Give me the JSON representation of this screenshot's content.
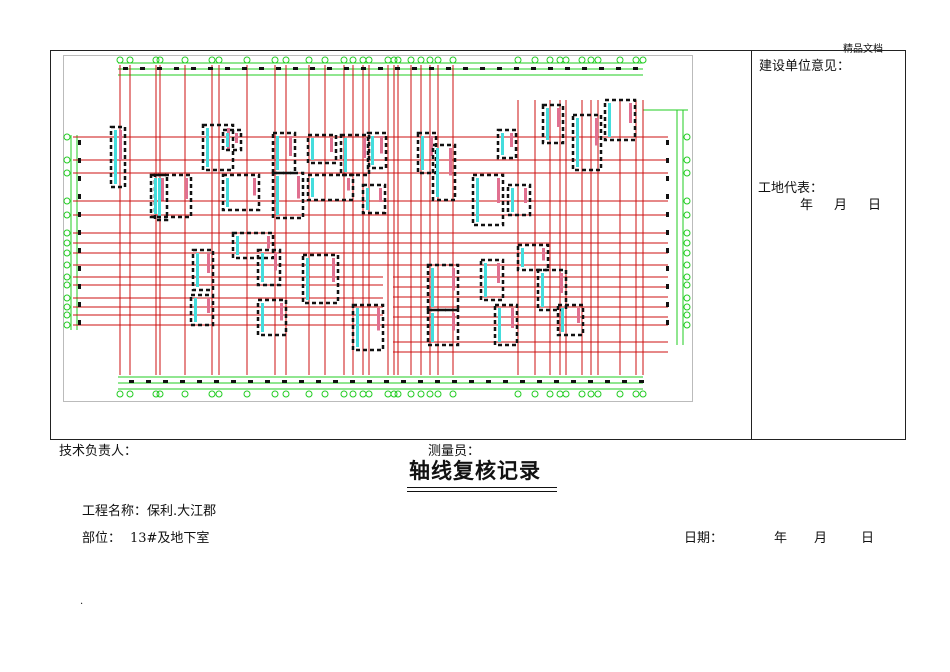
{
  "header": {
    "watermark": "精品文档"
  },
  "right_panel": {
    "opinion_label": "建设单位意见：",
    "rep_label": "工地代表：",
    "date_year": "年",
    "date_month": "月",
    "date_day": "日"
  },
  "signatures": {
    "tech_lead": "技术负责人：",
    "surveyor": "测量员："
  },
  "form": {
    "title": "轴线复核记录",
    "project_label": "工程名称：保利.大江郡",
    "part_label": "部位：",
    "part_value": "13#及地下室",
    "date_label": "日期：",
    "year": "年",
    "month": "月",
    "day": "日"
  },
  "footer": {
    "dot": "."
  },
  "colors": {
    "grid": "#22cc22",
    "axis": "#cc1111",
    "wall": "#111111",
    "col": "#44dddd",
    "pink": "#e07090"
  }
}
